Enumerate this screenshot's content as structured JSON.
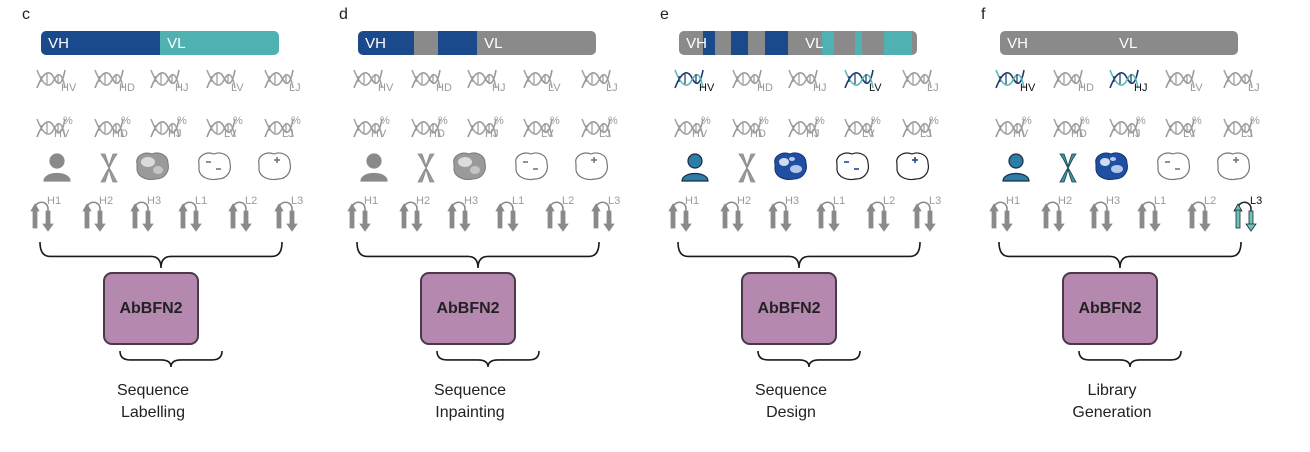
{
  "colors": {
    "vh_blue": "#1b4a8c",
    "vl_teal": "#4fb1b1",
    "inactive_gray": "#8a8a8a",
    "model_fill": "#b588b0",
    "model_border": "#4a3a48",
    "icon_gray": "#9a9a9a"
  },
  "panels": [
    {
      "letter": "c",
      "bar_labels": [
        "VH",
        "VL"
      ],
      "gene_labels": [
        "HV",
        "HD",
        "HJ",
        "LV",
        "LJ"
      ],
      "pct_labels": [
        "HV",
        "HD",
        "HJ",
        "LV",
        "LJ"
      ],
      "pct_symbol": "%",
      "charge_icons": [
        "minus-minus",
        "plus"
      ],
      "cdr_labels": [
        "H1",
        "H2",
        "H3",
        "L1",
        "L2",
        "L3"
      ],
      "model_label": "AbBFN2",
      "task_line1": "Sequence",
      "task_line2": "Labelling"
    },
    {
      "letter": "d",
      "bar_labels": [
        "VH",
        "VL"
      ],
      "gene_labels": [
        "HV",
        "HD",
        "HJ",
        "LV",
        "LJ"
      ],
      "pct_labels": [
        "HV",
        "HD",
        "HJ",
        "LV",
        "LJ"
      ],
      "pct_symbol": "%",
      "cdr_labels": [
        "H1",
        "H2",
        "H3",
        "L1",
        "L2",
        "L3"
      ],
      "model_label": "AbBFN2",
      "task_line1": "Sequence",
      "task_line2": "Inpainting"
    },
    {
      "letter": "e",
      "bar_labels": [
        "VH",
        "VL"
      ],
      "gene_labels": [
        "HV",
        "HD",
        "HJ",
        "LV",
        "LJ"
      ],
      "pct_labels": [
        "HV",
        "HD",
        "HJ",
        "LV",
        "LJ"
      ],
      "pct_symbol": "%",
      "cdr_labels": [
        "H1",
        "H2",
        "H3",
        "L1",
        "L2",
        "L3"
      ],
      "model_label": "AbBFN2",
      "task_line1": "Sequence",
      "task_line2": "Design"
    },
    {
      "letter": "f",
      "bar_labels": [
        "VH",
        "VL"
      ],
      "gene_labels": [
        "HV",
        "HD",
        "HJ",
        "LV",
        "LJ"
      ],
      "pct_labels": [
        "HV",
        "HD",
        "HJ",
        "LV",
        "LJ"
      ],
      "pct_symbol": "%",
      "cdr_labels": [
        "H1",
        "H2",
        "H3",
        "L1",
        "L2",
        "L3"
      ],
      "model_label": "AbBFN2",
      "task_line1": "Library",
      "task_line2": "Generation"
    }
  ]
}
